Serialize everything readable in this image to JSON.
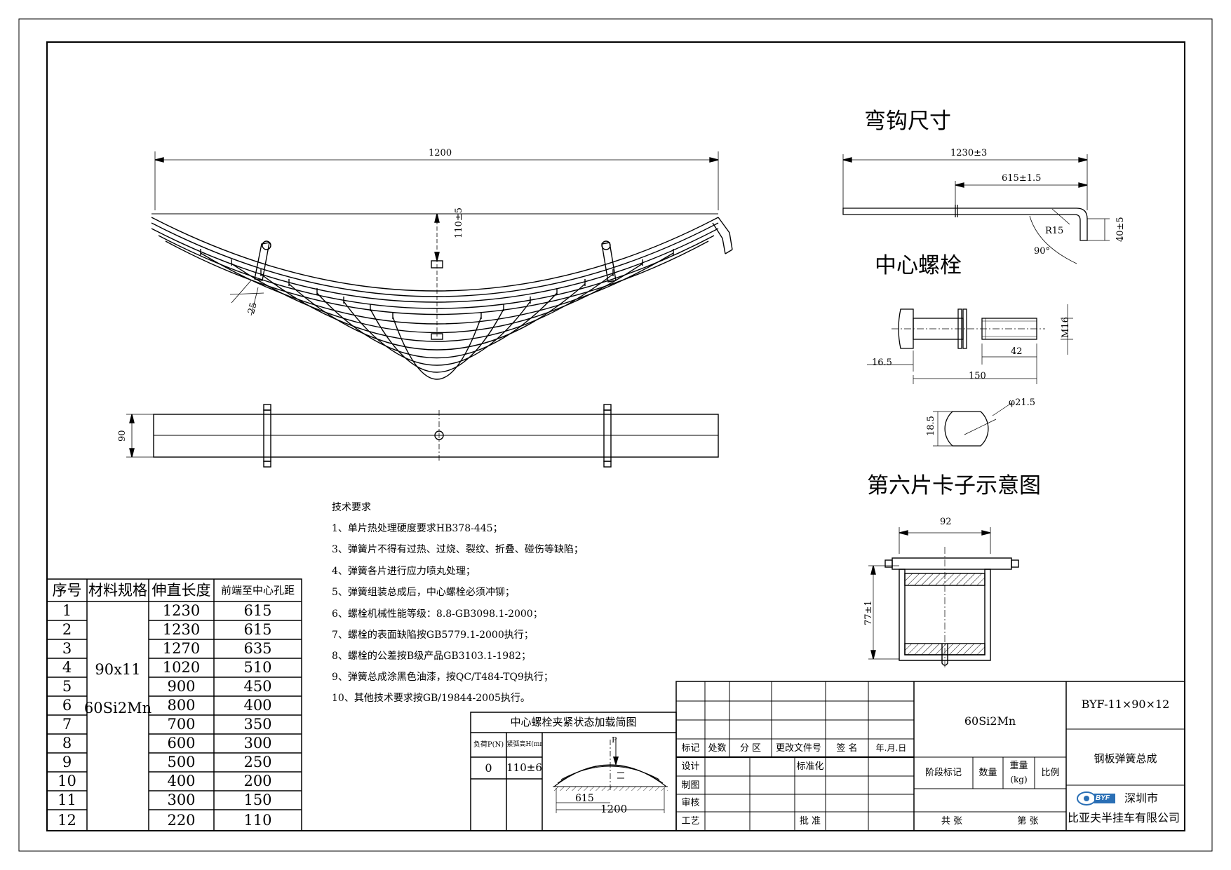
{
  "drawing": {
    "overall_length": "1200",
    "camber": "110±5",
    "clip_width": "25",
    "width": "90"
  },
  "hook": {
    "title": "弯钩尺寸",
    "total": "1230±3",
    "to_center": "615±1.5",
    "radius": "R15",
    "angle": "90°",
    "height": "40±5"
  },
  "bolt": {
    "title": "中心螺栓",
    "thread": "M16",
    "thread_len": "42",
    "head": "16.5",
    "length": "150",
    "diameter": "φ21.5",
    "flat": "18.5"
  },
  "clip": {
    "title": "第六片卡子示意图",
    "width": "92",
    "height": "77±1"
  },
  "requirements": {
    "heading": "技术要求",
    "items": [
      "1、单片热处理硬度要求HB378-445；",
      "3、弹簧片不得有过热、过烧、裂纹、折叠、碰伤等缺陷；",
      "4、弹簧各片进行应力喷丸处理；",
      "5、弹簧组装总成后，中心螺栓必须冲铆；",
      "6、螺栓机械性能等级：8.8-GB3098.1-2000；",
      "7、螺栓的表面缺陷按GB5779.1-2000执行；",
      "8、螺栓的公差按B级产品GB3103.1-1982；",
      "9、弹簧总成涂黑色油漆，按QC/T484-TQ9执行；",
      "10、其他技术要求按GB/19844-2005执行。"
    ]
  },
  "leaf_table": {
    "headers": [
      "序号",
      "材料规格",
      "伸直长度",
      "前端至中心孔距"
    ],
    "section": "90x11",
    "material": "60Si2Mn",
    "rows": [
      {
        "no": "1",
        "len": "1230",
        "dist": "615"
      },
      {
        "no": "2",
        "len": "1230",
        "dist": "615"
      },
      {
        "no": "3",
        "len": "1270",
        "dist": "635"
      },
      {
        "no": "4",
        "len": "1020",
        "dist": "510"
      },
      {
        "no": "5",
        "len": "900",
        "dist": "450"
      },
      {
        "no": "6",
        "len": "800",
        "dist": "400"
      },
      {
        "no": "7",
        "len": "700",
        "dist": "350"
      },
      {
        "no": "8",
        "len": "600",
        "dist": "300"
      },
      {
        "no": "9",
        "len": "500",
        "dist": "250"
      },
      {
        "no": "10",
        "len": "400",
        "dist": "200"
      },
      {
        "no": "11",
        "len": "300",
        "dist": "150"
      },
      {
        "no": "12",
        "len": "220",
        "dist": "110"
      }
    ]
  },
  "load_table": {
    "title": "中心螺栓夹紧状态加载简图",
    "col_load": "负荷P(N)",
    "col_height": "夹紧弧高H(mm)",
    "load": "0",
    "height": "110±6",
    "mark_p": "P",
    "dim_half": "615",
    "dim_full": "1200"
  },
  "title_block": {
    "labels": [
      "标记",
      "处数",
      "分 区",
      "更改文件号",
      "签 名",
      "年.月.日"
    ],
    "design": "设计",
    "standardize": "标准化",
    "draw": "制图",
    "check": "审核",
    "process": "工艺",
    "approve": "批 准",
    "material": "60Si2Mn",
    "stage": "阶段标记",
    "qty": "数量",
    "weight": "重量",
    "weight_unit": "(kg)",
    "scale": "比例",
    "total_sheets": "共    张",
    "sheet": "第    张",
    "part_no": "BYF-11×90×12",
    "part_name": "钢板弹簧总成",
    "logo": "BYF",
    "city": "深圳市",
    "company": "比亚夫半挂车有限公司"
  }
}
